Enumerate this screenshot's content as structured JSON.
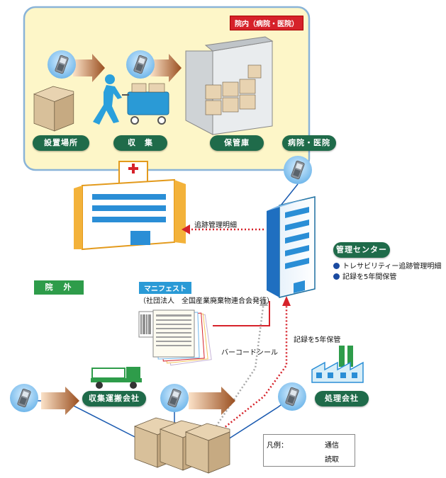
{
  "inside_area": {
    "badge": "院内（病院・医院）",
    "steps": [
      {
        "label": "設置場所"
      },
      {
        "label": "収　集"
      },
      {
        "label": "保管庫"
      },
      {
        "label": "病院・医院"
      }
    ]
  },
  "outside_label": "院　外",
  "tracking_report_label": "追跡管理明細",
  "center": {
    "label": "管理センター",
    "bullets": [
      "トレサビリティー追跡管理明細",
      "記録を5年間保管"
    ]
  },
  "manifest": {
    "title": "マニフェスト",
    "subtitle": "（社団法人　全国産業廃棄物連合会発行）"
  },
  "barcode_seal_label": "バーコードシール",
  "record_label": "記録を5年保管",
  "companies": {
    "transport": "収集運搬会社",
    "processing": "処理会社"
  },
  "legend": {
    "title": "凡例：",
    "items": [
      {
        "label": "通信",
        "color": "#d6222a"
      },
      {
        "label": "読取",
        "color": "#1a5ab0"
      }
    ]
  },
  "colors": {
    "pill": "#1f6b4a",
    "inside_bg": "#fdf6c8",
    "inside_border": "#8ab4d8",
    "comm_line": "#d6222a",
    "read_line": "#1a5ab0",
    "arrow": "#a05a28"
  }
}
